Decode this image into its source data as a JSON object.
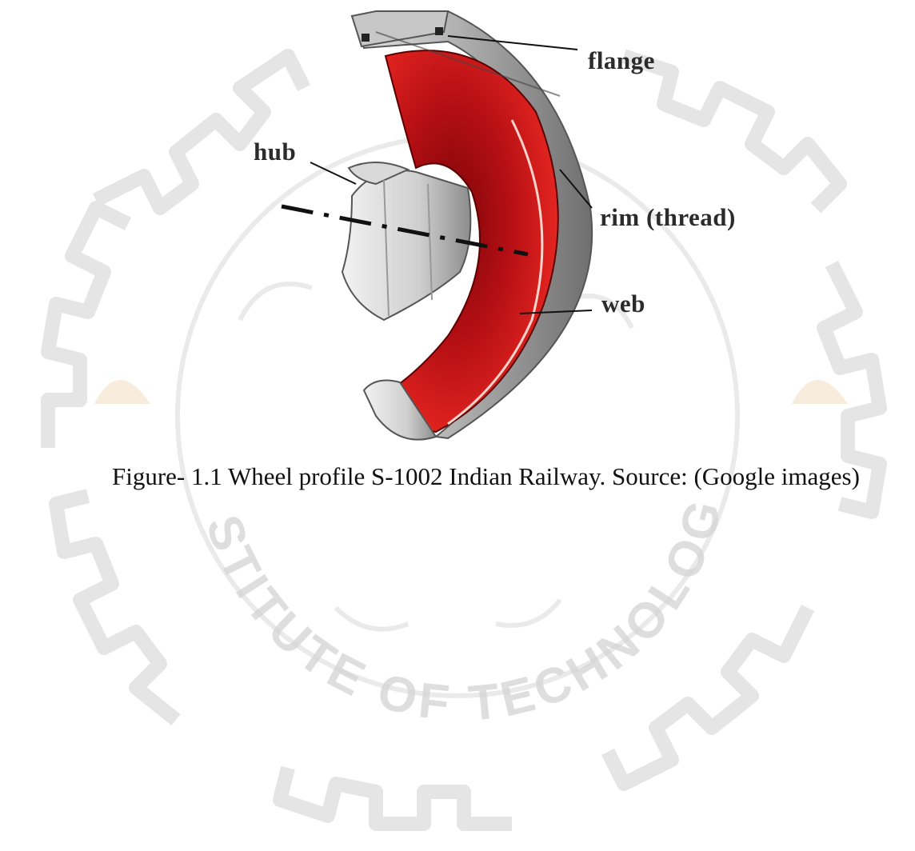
{
  "figure": {
    "labels": {
      "flange": "flange",
      "hub": "hub",
      "rim": "rim (thread)",
      "web": "web"
    },
    "caption": "Figure- 1.1 Wheel profile S-1002 Indian Railway. Source: (Google images)"
  },
  "watermark": {
    "text": "INSTITUTE OF TECHNOLOGY",
    "color": "#c8c8c8",
    "accent_color": "#f3dcbf"
  },
  "colors": {
    "wheel_web": "#c8141a",
    "wheel_steel": "#9a9a9a",
    "label_text": "#2b2b2b"
  }
}
